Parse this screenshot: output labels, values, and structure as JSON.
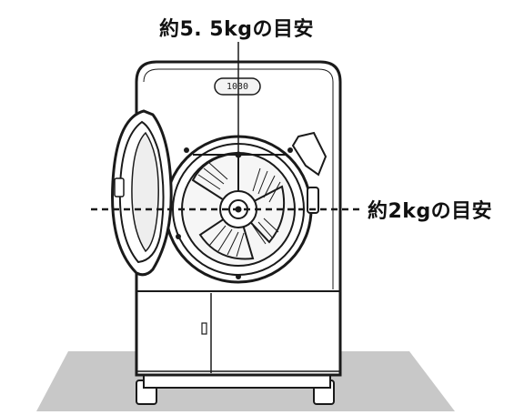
{
  "annotations": {
    "top_label": "約5. 5kgの目安",
    "right_label": "約2kgの目安"
  },
  "machine": {
    "display_readout": "1030",
    "colors": {
      "stroke": "#1a1a1a",
      "floor": "#c8c8c8",
      "body": "#ffffff"
    }
  }
}
